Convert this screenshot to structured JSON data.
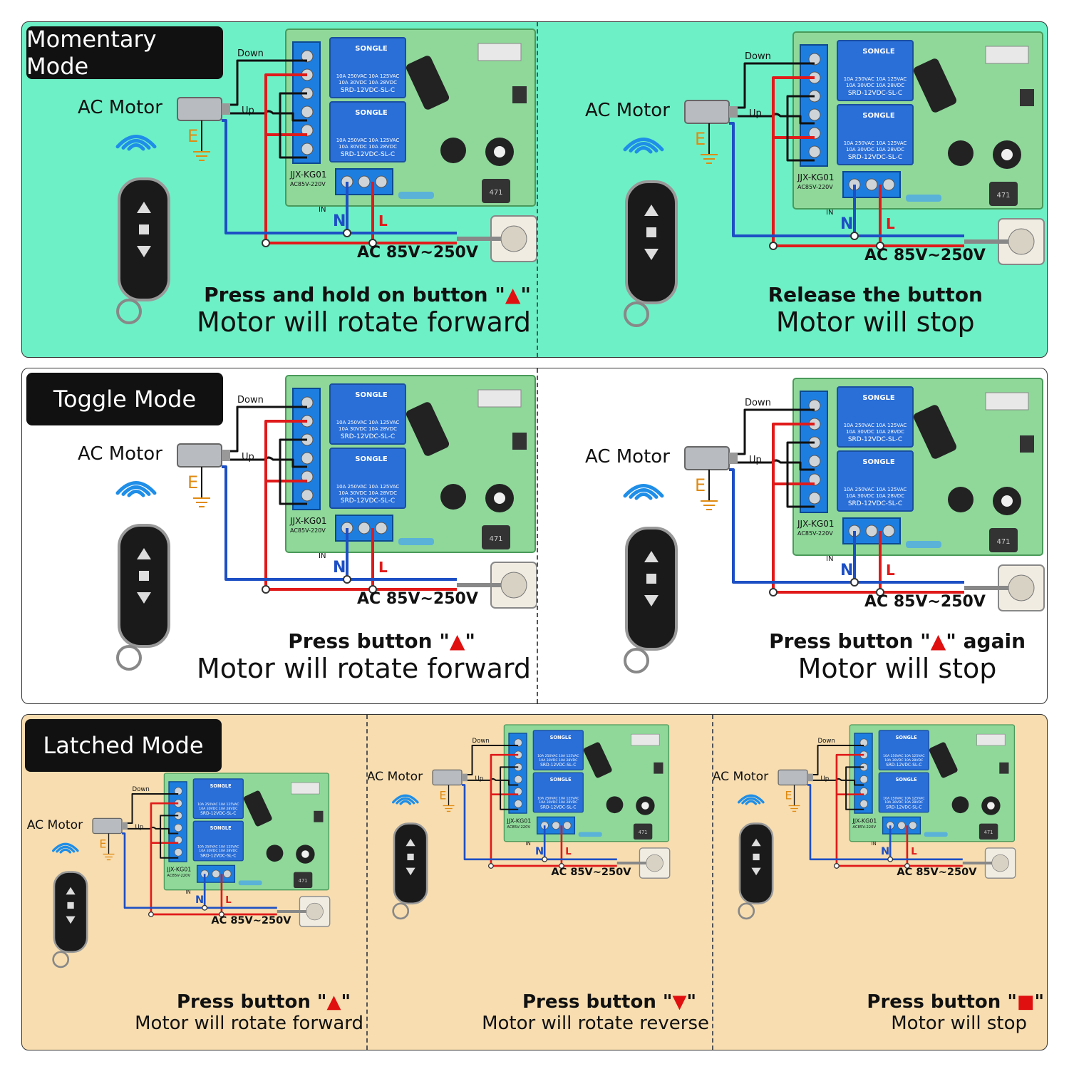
{
  "colors": {
    "green_bg": "#6ef0c6",
    "beige_bg": "#f7ddb0",
    "white_bg": "#ffffff",
    "wire_red": "#e01a1a",
    "wire_blue": "#1d4fc4",
    "wire_black": "#111111",
    "board": "#8fd89a"
  },
  "icons": {
    "up": "triangle-up",
    "down": "triangle-down",
    "stop": "square"
  },
  "labels": {
    "motor": "AC Motor",
    "down": "Down",
    "up": "Up",
    "earth": "E",
    "n": "N",
    "l": "L",
    "input": "IN",
    "voltage": "AC 85V~250V",
    "board_model": "JJX-KG01",
    "board_range": "AC85V-220V",
    "relay_brand": "SONGLE",
    "relay_model": "SRD-12VDC-SL-C",
    "relay_spec": "10A 250VAC 10A 125VAC",
    "relay_spec2": "10A 30VDC 10A 28VDC",
    "inductor": "471"
  },
  "sections": {
    "momentary": {
      "title": "Momentary Mode",
      "p1": {
        "bold_pre": "Press and hold on button \"",
        "symbol": "▲",
        "bold_post": "\"",
        "normal": "Motor will rotate forward"
      },
      "p2": {
        "bold_pre": "Release the button",
        "symbol": "",
        "bold_post": "",
        "normal": "Motor will stop"
      }
    },
    "toggle": {
      "title": "Toggle Mode",
      "p1": {
        "bold_pre": "Press button \"",
        "symbol": "▲",
        "bold_post": "\"",
        "normal": "Motor will rotate forward"
      },
      "p2": {
        "bold_pre": "Press button \"",
        "symbol": "▲",
        "bold_post": "\" again",
        "normal": "Motor will stop"
      }
    },
    "latched": {
      "title": "Latched Mode",
      "p1": {
        "bold_pre": "Press button \"",
        "symbol": "▲",
        "bold_post": "\"",
        "normal": "Motor will rotate forward"
      },
      "p2": {
        "bold_pre": "Press button \"",
        "symbol": "▼",
        "bold_post": "\"",
        "normal": "Motor will rotate reverse"
      },
      "p3": {
        "bold_pre": "Press button \"",
        "symbol": "■",
        "bold_post": "\"",
        "normal": "Motor will stop"
      }
    }
  }
}
